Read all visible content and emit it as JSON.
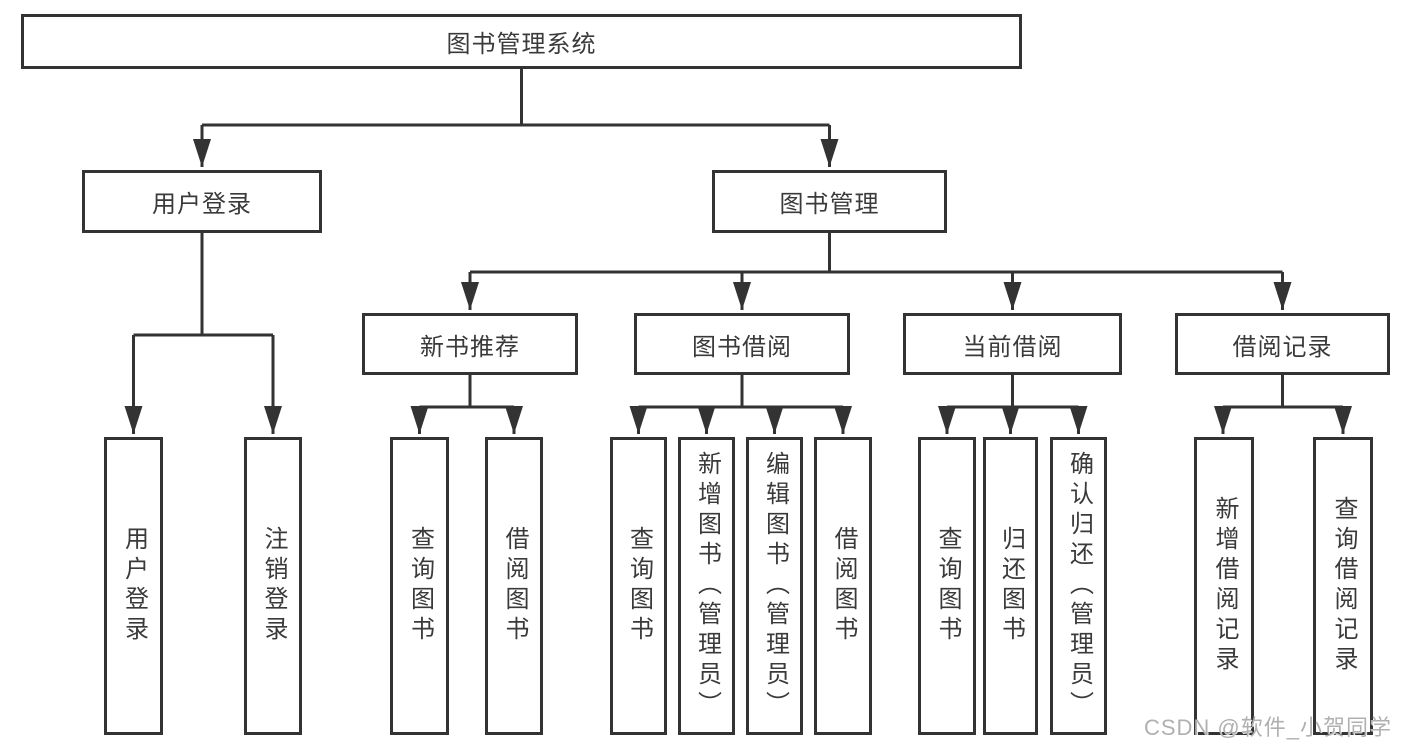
{
  "diagram": {
    "root": {
      "label": "图书管理系统"
    },
    "branches": [
      {
        "label": "用户登录",
        "children": [
          {
            "label": "用户登录"
          },
          {
            "label": "注销登录"
          }
        ]
      },
      {
        "label": "图书管理",
        "children": [
          {
            "label": "新书推荐",
            "children": [
              {
                "label": "查询图书"
              },
              {
                "label": "借阅图书"
              }
            ]
          },
          {
            "label": "图书借阅",
            "children": [
              {
                "label": "查询图书"
              },
              {
                "label": "新增图书（管理员）"
              },
              {
                "label": "编辑图书（管理员）"
              },
              {
                "label": "借阅图书"
              }
            ]
          },
          {
            "label": "当前借阅",
            "children": [
              {
                "label": "查询图书"
              },
              {
                "label": "归还图书"
              },
              {
                "label": "确认归还（管理员）"
              }
            ]
          },
          {
            "label": "借阅记录",
            "children": [
              {
                "label": "新增借阅记录"
              },
              {
                "label": "查询借阅记录"
              }
            ]
          }
        ]
      }
    ],
    "colors": {
      "line": "#333333",
      "text": "#3a3a3a",
      "watermark": "#b0b0b0",
      "background": "#ffffff"
    }
  },
  "watermark": {
    "text": "CSDN @软件_小贺同学"
  }
}
